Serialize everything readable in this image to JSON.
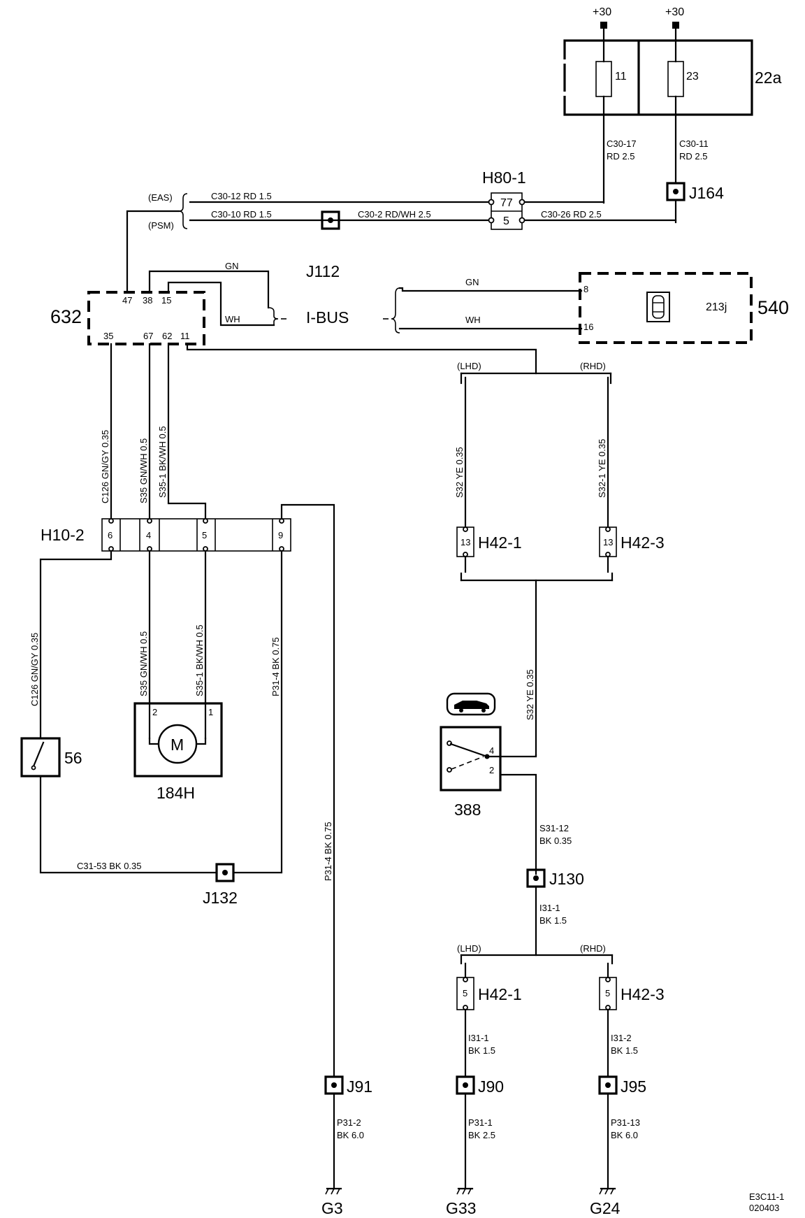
{
  "supply": {
    "batt_left": "+30",
    "batt_right": "+30"
  },
  "fusebox": {
    "id": "22a",
    "fuse_left": "11",
    "fuse_right": "23"
  },
  "wires": {
    "c30_17": "C30-17",
    "c30_17_spec": "RD   2.5",
    "c30_11": "C30-11",
    "c30_11_spec": "RD   2.5",
    "c30_12": "C30-12   RD   1.5",
    "c30_10": "C30-10   RD   1.5",
    "c30_2": "C30-2   RD/WH   2.5",
    "c30_26": "C30-26   RD   2.5",
    "gn_top": "GN",
    "wh_top": "WH",
    "gn_right": "GN",
    "wh_right": "WH",
    "c126_top": "C126  GN/GY  0.35",
    "s35_top": "S35  GN/WH  0.5",
    "s35_1_top": "S35-1  BK/WH  0.5",
    "c126_bot": "C126  GN/GY  0.35",
    "s35_bot": "S35  GN/WH  0.5",
    "s35_1_bot": "S35-1  BK/WH  0.5",
    "p31_4_a": "P31-4  BK  0.75",
    "p31_4_b": "P31-4  BK  0.75",
    "c31_53": "C31-53   BK   0.35",
    "s32_l": "S32  YE  0.35",
    "s32_1_r": "S32-1  YE  0.35",
    "s32_mid": "S32  YE  0.35",
    "s31_12": "S31-12",
    "s31_12_spec": "BK 0.35",
    "i31_1_main": "I31-1",
    "i31_1_main_spec": "BK 1.5",
    "i31_1_l": "I31-1",
    "i31_1_l_spec": "BK 1.5",
    "i31_2_r": "I31-2",
    "i31_2_r_spec": "BK 1.5",
    "p31_2": "P31-2",
    "p31_2_spec": "BK 6.0",
    "p31_1": "P31-1",
    "p31_1_spec": "BK 2.5",
    "p31_13": "P31-13",
    "p31_13_spec": "BK 6.0"
  },
  "labels": {
    "eas": "(EAS)",
    "psm": "(PSM)",
    "lhd_top": "(LHD)",
    "rhd_top": "(RHD)",
    "lhd_bot": "(LHD)",
    "rhd_bot": "(RHD)",
    "ibus": "I-BUS"
  },
  "components": {
    "h80_1": "H80-1",
    "h80_pin_top": "77",
    "h80_pin_bot": "5",
    "j164": "J164",
    "j112": "J112",
    "ecu_632": "632",
    "ecu_632_pins_top": [
      "47",
      "38",
      "15"
    ],
    "ecu_632_pins_bot": [
      "35",
      "67",
      "62",
      "11"
    ],
    "ecu_540": "540",
    "ecu_540_sub": "213j",
    "ecu_540_pin_a": "8",
    "ecu_540_pin_b": "16",
    "h10_2": "H10-2",
    "h10_pins": [
      "6",
      "4",
      "5",
      "9"
    ],
    "h42_1_top": "H42-1",
    "h42_1_top_pin": "13",
    "h42_3_top": "H42-3",
    "h42_3_top_pin": "13",
    "motor": "184H",
    "motor_symbol": "M",
    "motor_pin_a": "2",
    "motor_pin_b": "1",
    "switch_56": "56",
    "switch_388": "388",
    "switch_388_pin_a": "4",
    "switch_388_pin_b": "2",
    "j132": "J132",
    "j130": "J130",
    "h42_1_bot": "H42-1",
    "h42_1_bot_pin": "5",
    "h42_3_bot": "H42-3",
    "h42_3_bot_pin": "5",
    "j91": "J91",
    "j90": "J90",
    "j95": "J95",
    "g3": "G3",
    "g33": "G33",
    "g24": "G24"
  },
  "footer": {
    "code": "E3C11-1",
    "date": "020403"
  },
  "icons": {
    "car_in_box": "car-icon",
    "car_with_tailgate": "car-trunk-icon",
    "ground": "ground-icon",
    "motor": "motor-icon"
  }
}
